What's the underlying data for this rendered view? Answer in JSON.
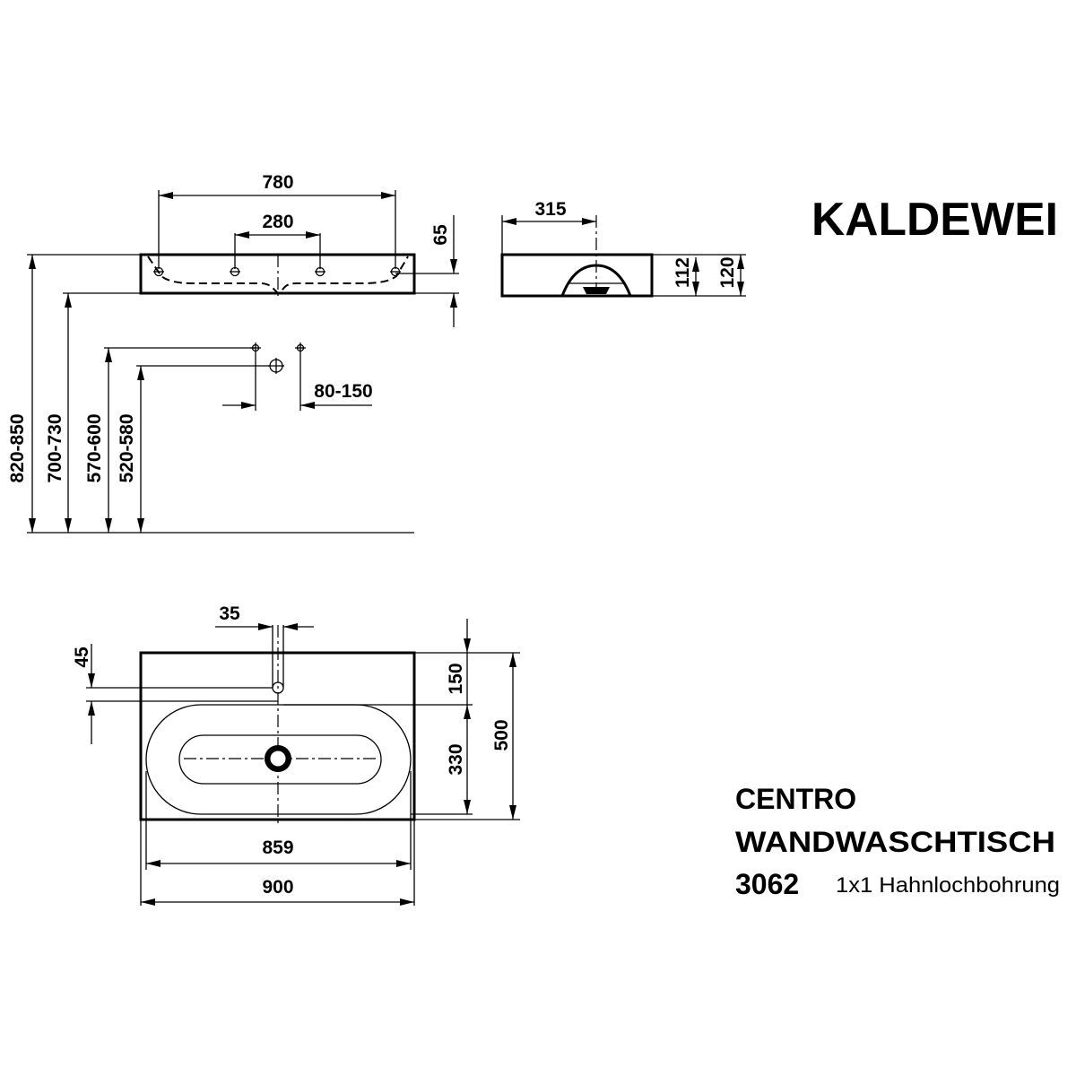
{
  "brand": "KALDEWEI",
  "product": {
    "line1": "CENTRO",
    "line2": "WANDWASCHTISCH",
    "number": "3062",
    "variant": "1x1 Hahnlochbohrung"
  },
  "front_view": {
    "width_holes": "780",
    "width_inner_holes": "280",
    "depth_hole": "65",
    "height_top": "820-850",
    "height_bottom": "700-730",
    "height_tap": "570-600",
    "height_drain": "520-580",
    "tap_spacing": "80-150"
  },
  "side_view": {
    "drain_offset": "315",
    "height_inner": "112",
    "height_outer": "120"
  },
  "plan_view": {
    "hole_diameter": "35",
    "hole_offset": "45",
    "hole_distance": "150",
    "bowl_depth": "330",
    "total_depth": "500",
    "bowl_width": "859",
    "total_width": "900"
  }
}
